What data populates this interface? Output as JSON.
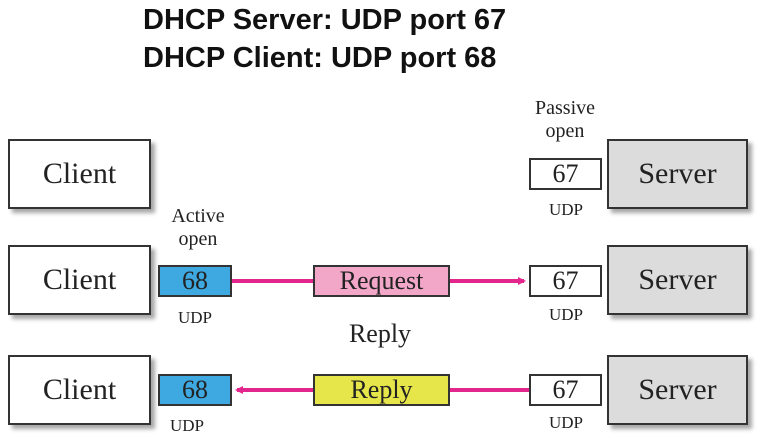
{
  "title": {
    "line1": "DHCP Server: UDP port 67",
    "line2": "DHCP Client: UDP port 68"
  },
  "labels": {
    "client": "Client",
    "server": "Server",
    "udp": "UDP",
    "passive_open_1": "Passive",
    "passive_open_2": "open",
    "active_open_1": "Active",
    "active_open_2": "open",
    "reply_caption": "Reply"
  },
  "ports": {
    "client": "68",
    "server": "67"
  },
  "messages": {
    "request": "Request",
    "reply": "Reply"
  },
  "colors": {
    "client_port": "#3ea8e0",
    "request_box": "#f2a7c8",
    "reply_box": "#e6e64a",
    "arrow": "#e3268e",
    "server_box": "#dcdcdc"
  }
}
